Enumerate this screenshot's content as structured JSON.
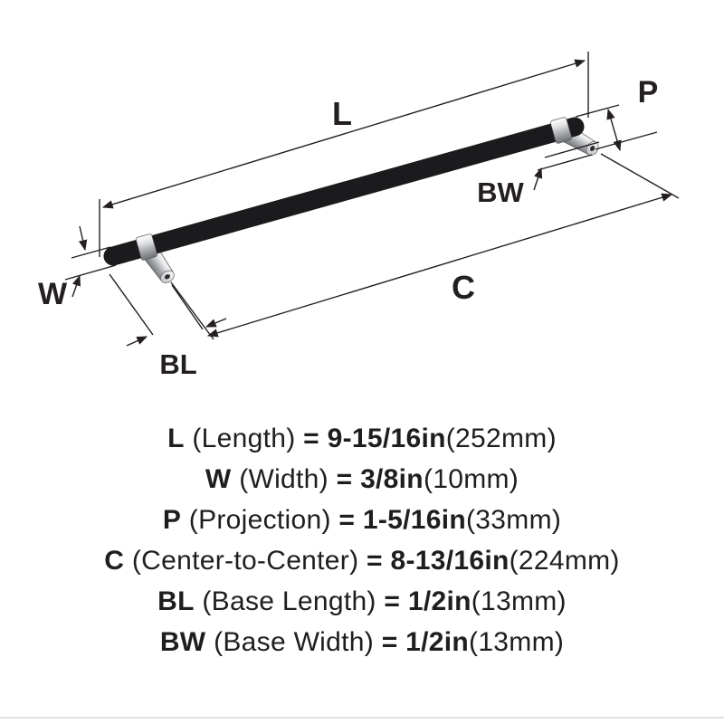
{
  "diagram": {
    "labels": {
      "L": "L",
      "W": "W",
      "P": "P",
      "C": "C",
      "BL": "BL",
      "BW": "BW"
    },
    "colors": {
      "bar": "#1b1b1d",
      "chrome_light": "#ffffff",
      "chrome_dark": "#6e7073",
      "line": "#231f20"
    }
  },
  "legend": {
    "rows": [
      {
        "symbol": "L",
        "name": "(Length)",
        "equals": "=",
        "value": "9-15/16in",
        "metric": "(252mm)"
      },
      {
        "symbol": "W",
        "name": "(Width)",
        "equals": "=",
        "value": "3/8in",
        "metric": "(10mm)"
      },
      {
        "symbol": "P",
        "name": "(Projection)",
        "equals": "=",
        "value": "1-5/16in",
        "metric": "(33mm)"
      },
      {
        "symbol": "C",
        "name": "(Center-to-Center)",
        "equals": "=",
        "value": "8-13/16in",
        "metric": "(224mm)"
      },
      {
        "symbol": "BL",
        "name": "(Base Length)",
        "equals": "=",
        "value": "1/2in",
        "metric": "(13mm)"
      },
      {
        "symbol": "BW",
        "name": "(Base Width)",
        "equals": "=",
        "value": "1/2in",
        "metric": "(13mm)"
      }
    ]
  }
}
